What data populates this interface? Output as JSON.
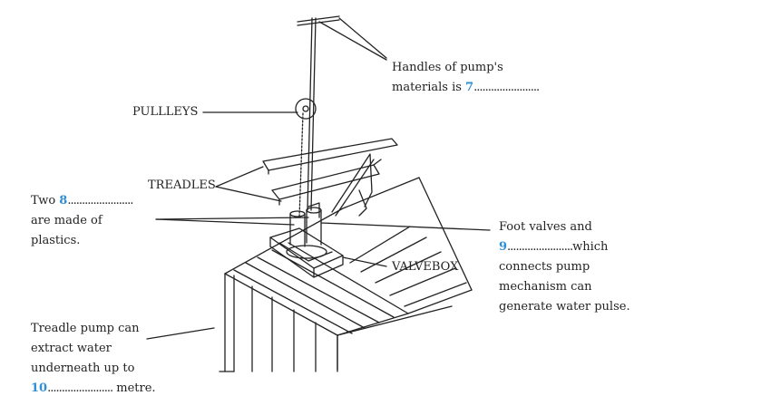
{
  "labels": {
    "handles": {
      "line1": "Handles of pump's",
      "line2_prefix": "materials is ",
      "number": "7",
      "blank": "......................."
    },
    "pulleys": "PULLLEYS",
    "treadles": "TREADLES",
    "two": {
      "prefix": "Two ",
      "number": "8",
      "blank": ".......................",
      "line2": "are made of",
      "line3": "plastics."
    },
    "foot": {
      "line1": "Foot valves and",
      "number": "9",
      "blank": ".......................",
      "suffix": "which",
      "line3": "connects pump",
      "line4": "mechanism can",
      "line5": "generate water pulse."
    },
    "valvebox": "VALVEBOX",
    "treadle_pump": {
      "line1": "Treadle pump can",
      "line2": "extract water",
      "line3": "underneath up to",
      "number": "10",
      "blank": ".......................",
      "suffix": " metre."
    }
  },
  "colors": {
    "ink": "#222222",
    "number_blue": "#2f8fd6"
  }
}
